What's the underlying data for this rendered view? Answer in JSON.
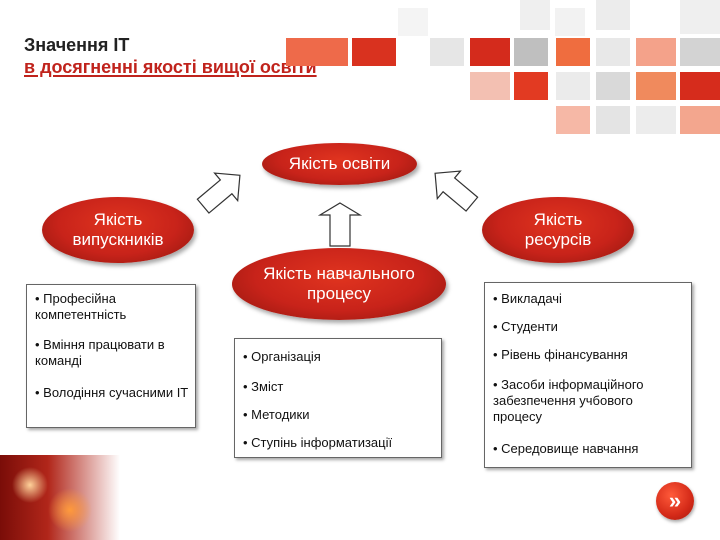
{
  "title": {
    "line1": "Значення ІТ",
    "line2": "в досягненні якості вищої освіти"
  },
  "center_top": {
    "label": "Якість освіти"
  },
  "left_node": {
    "label": "Якість випускників"
  },
  "middle_node": {
    "label": "Якість навчального процесу"
  },
  "right_node": {
    "label": "Якість ресурсів"
  },
  "left_box": {
    "items": [
      "• Професійна компетентність",
      "• Вміння працювати в команді",
      "• Володіння сучасними ІТ"
    ]
  },
  "middle_box": {
    "items": [
      "• Організація",
      "• Зміст",
      "• Методики",
      "• Ступінь інформатизації"
    ]
  },
  "right_box": {
    "items": [
      "• Викладачі",
      "• Студенти",
      "• Рівень фінансування",
      "• Засоби інформаційного забезпечення учбового процесу",
      "• Середовище навчання"
    ]
  },
  "logo": {
    "glyph": "»"
  },
  "colors": {
    "accent": "#c8231a",
    "title_red": "#c0231c"
  }
}
